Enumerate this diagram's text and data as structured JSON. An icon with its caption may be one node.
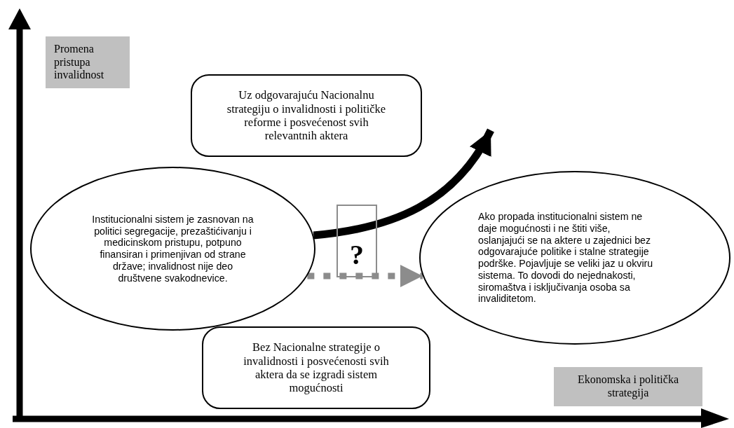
{
  "diagram": {
    "nodes": [
      {
        "text": [
          "Promena pristupa invalidnost"
        ]
      },
      {
        "text": [
          "Uz odgovarajuću Nacionalnu strategiju o invalidnosti i političke reforme i posvećenost svih relevantnih aktera"
        ]
      },
      {
        "text": [
          "Institucionalni sistem je zasnovan na politici segregacije, prezaštićivanju i medicinskom pristupu, potpuno finansiran i primenjivan od strane države; invalidnost nije deo društvene svakodnevice."
        ]
      },
      {
        "text": [
          "?"
        ]
      },
      {
        "text": [
          "Ako propada institucionalni sistem ne daje mogućnosti i ne štiti više, oslanjajući se na aktere u zajednici bez odgovarajuće politike i stalne strategije podrške. Pojavljuje se veliki jaz u okviru sistema. To dovodi do nejednakosti, siromaštva i isključivanja osoba sa invaliditetom."
        ]
      },
      {
        "text": [
          "Bez Nacionalne strategije o invalidnosti i posvećenosti svih aktera da se izgradi sistem mogućnosti"
        ]
      },
      {
        "text": [
          "Ekonomska i politička strategija"
        ]
      }
    ],
    "edges": [
      {
        "from": 2,
        "to": null,
        "arrow": "to"
      },
      {
        "from": 2,
        "to": 4,
        "arrow": "to",
        "style": "dashed",
        "color": "#8c8c8c"
      }
    ]
  }
}
